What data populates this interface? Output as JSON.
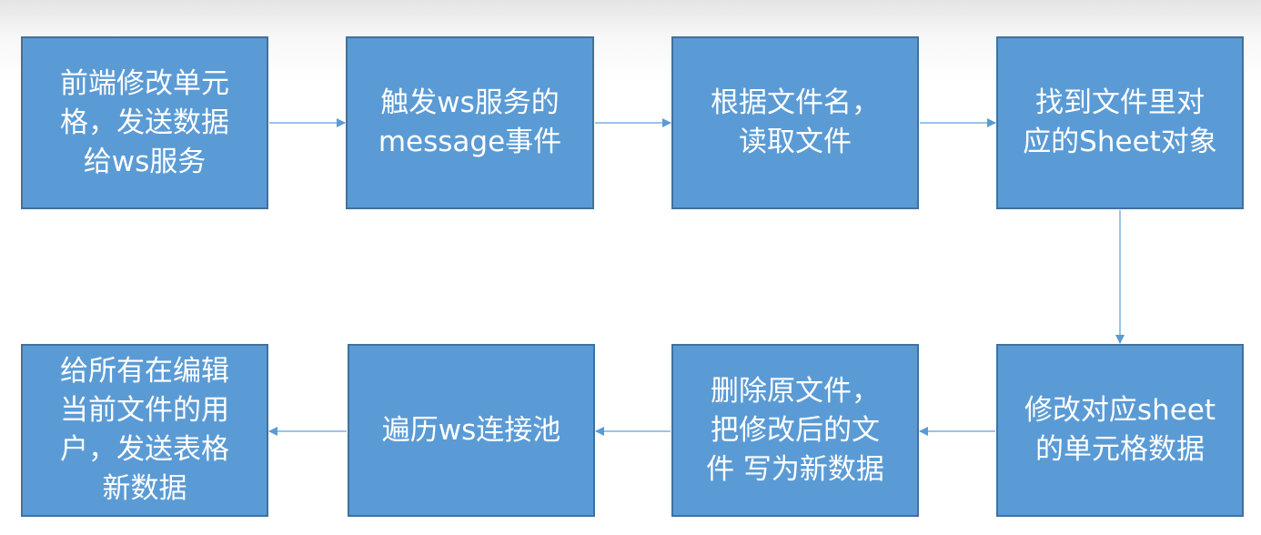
{
  "flowchart": {
    "steps": [
      {
        "id": "b1",
        "text": "前端修改单元\n格，发送数据\n给ws服务"
      },
      {
        "id": "b2",
        "text": "触发ws服务的\nmessage事件"
      },
      {
        "id": "b3",
        "text": "根据文件名，\n读取文件"
      },
      {
        "id": "b4",
        "text": "找到文件里对\n应的Sheet对象"
      },
      {
        "id": "b5",
        "text": "修改对应sheet\n的单元格数据"
      },
      {
        "id": "b6",
        "text": "删除原文件，\n把修改后的文\n件 写为新数据"
      },
      {
        "id": "b7",
        "text": "遍历ws连接池"
      },
      {
        "id": "b8",
        "text": "给所有在编辑\n当前文件的用\n户，发送表格\n新数据"
      }
    ],
    "colors": {
      "box_fill": "#5b9bd5",
      "box_border": "#41719c",
      "box_text": "#ffffff",
      "arrow": "#9dc3e6"
    }
  }
}
